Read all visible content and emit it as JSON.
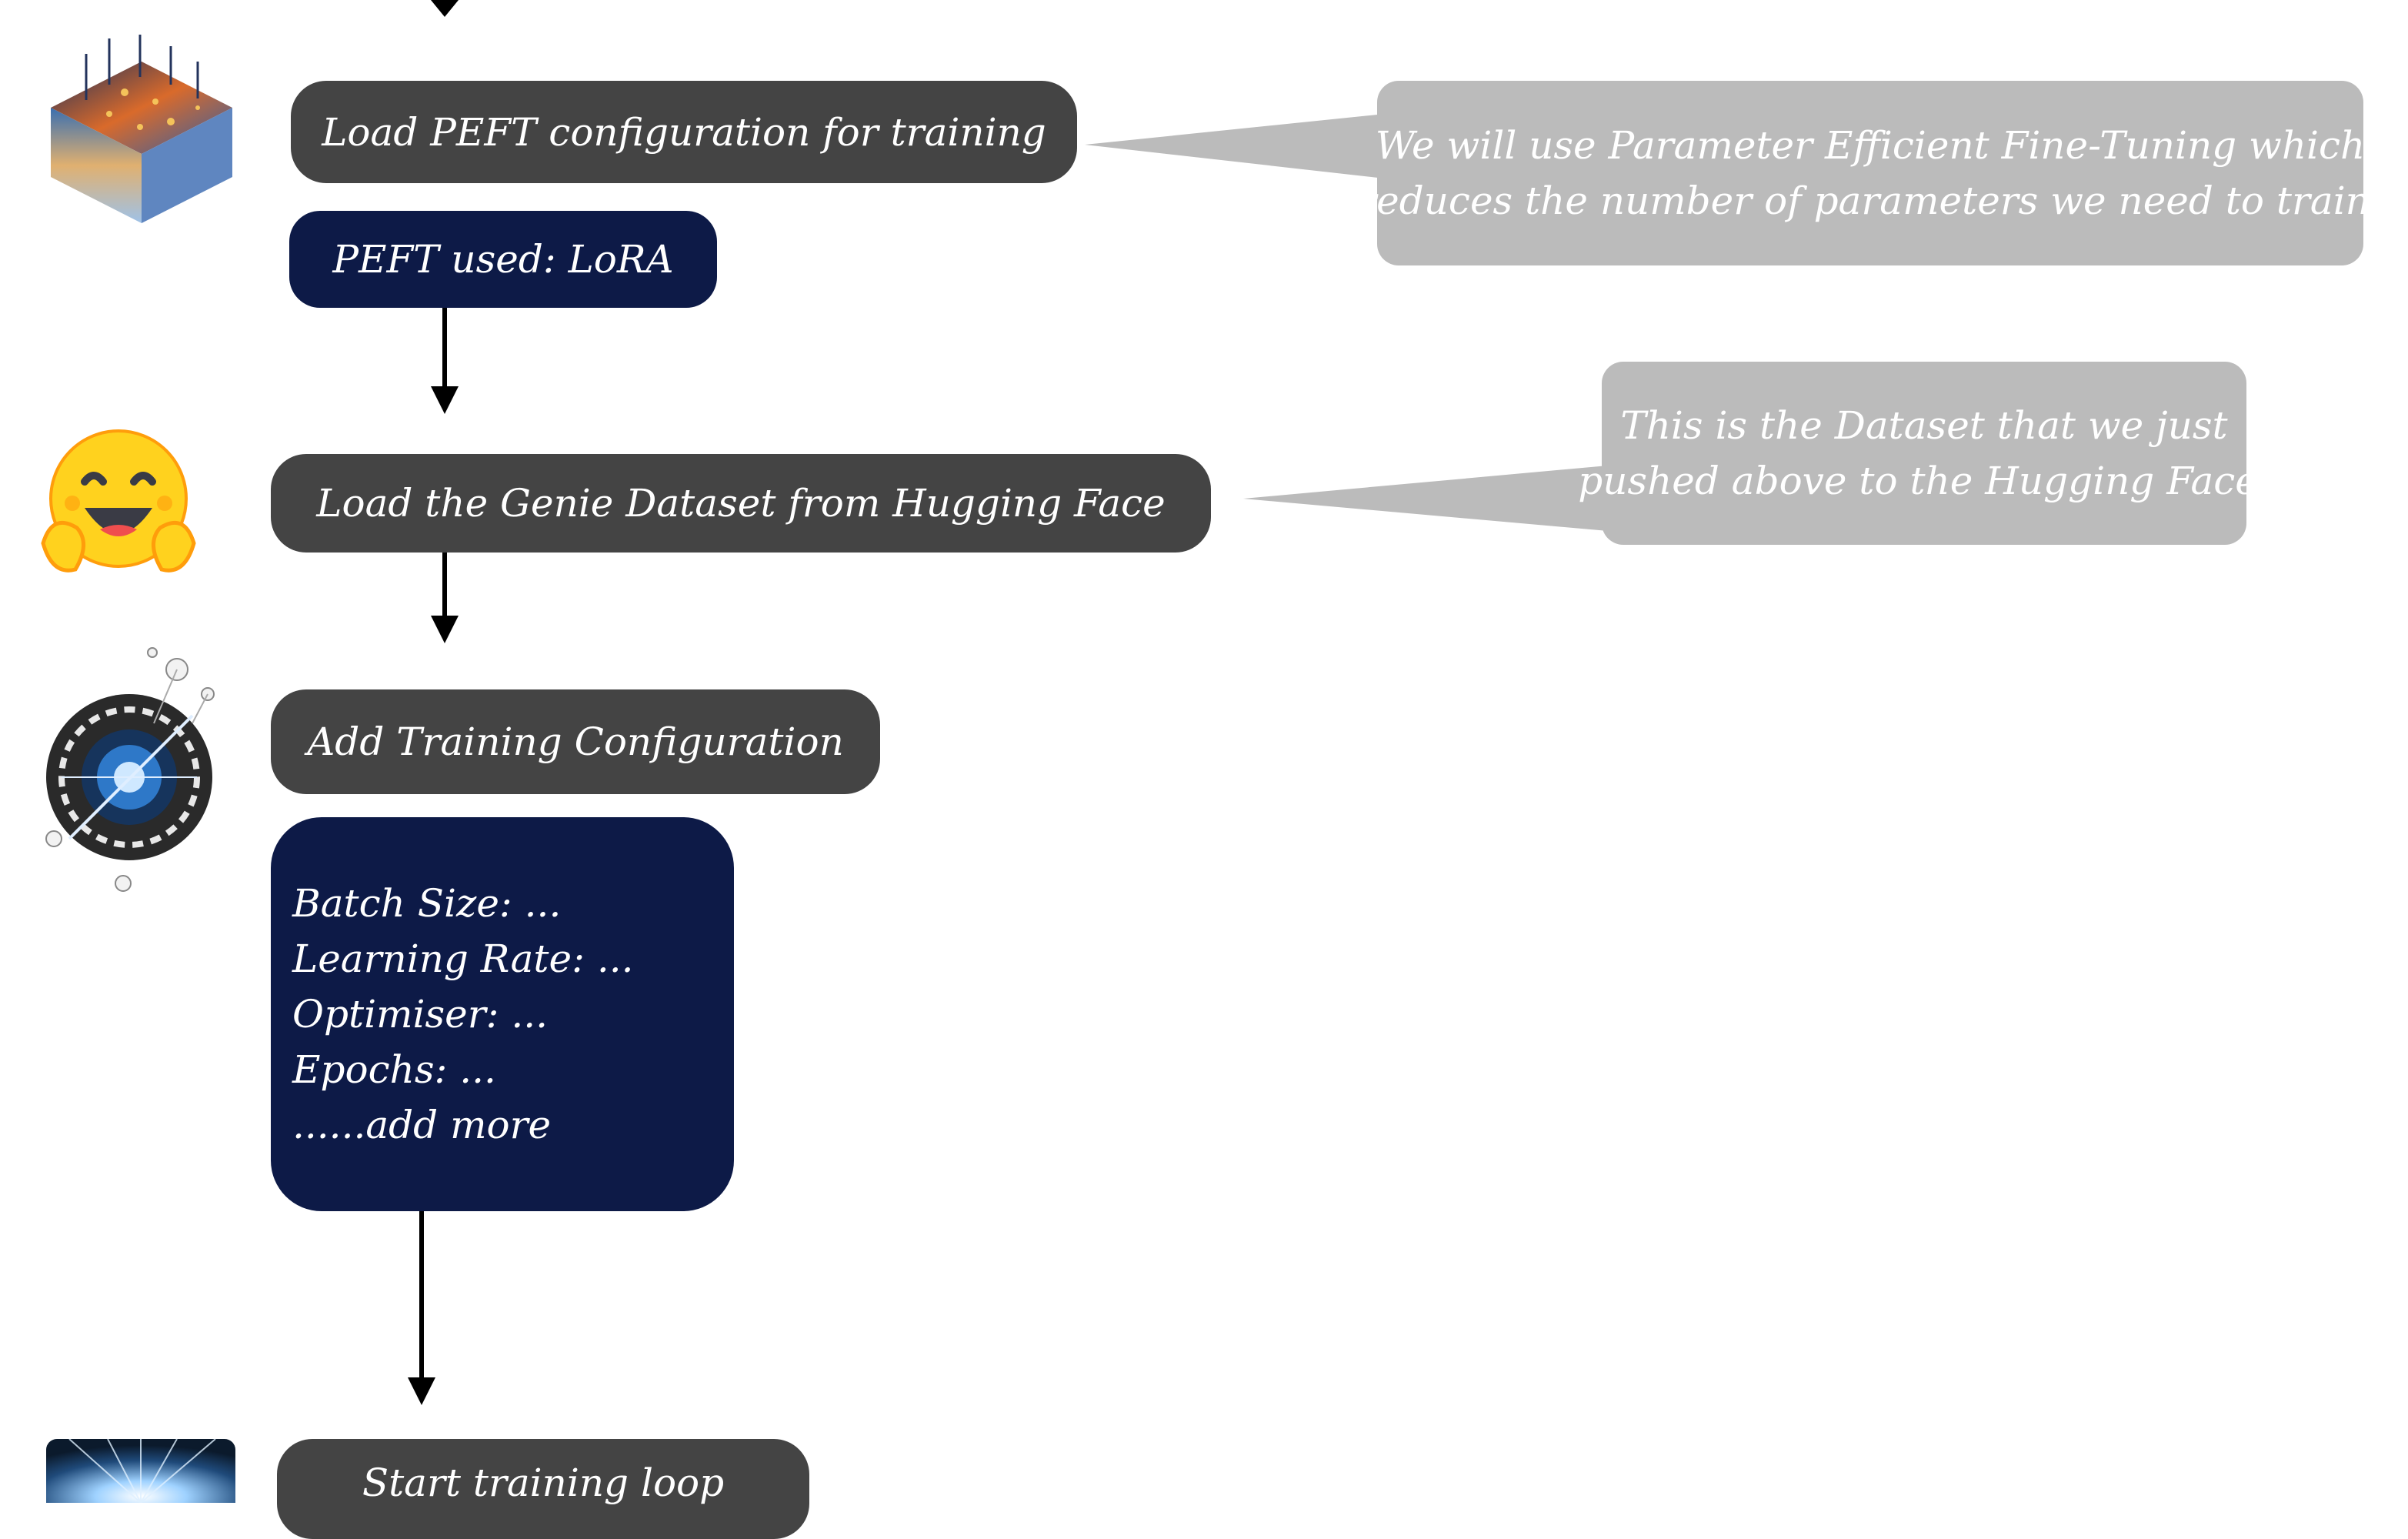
{
  "steps": {
    "peft_config": "Load PEFT configuration for training",
    "peft_used": "PEFT used: LoRA",
    "load_dataset": "Load the Genie Dataset from Hugging Face",
    "training_config": "Add Training Configuration",
    "start_training": "Start training loop"
  },
  "training_params": [
    "Batch Size: ...",
    "Learning Rate: ...",
    "Optimiser: ...",
    "Epochs: ...",
    "......add more"
  ],
  "callouts": {
    "peft": [
      "We will use Parameter Efficient Fine-Tuning which",
      "reduces the number of parameters we need to train."
    ],
    "dataset": [
      "This is the Dataset that we just",
      "pushed above to the Hugging Face."
    ]
  },
  "icons": {
    "peft": "layered-data-cube-icon",
    "dataset": "hugging-face-emoji-icon",
    "training": "circular-tech-dial-icon",
    "loop": "light-burst-image-icon"
  },
  "colors": {
    "step_box": "#444444",
    "detail_box": "#0d1a47",
    "callout": "#bbbbbb",
    "arrow": "#000000"
  }
}
